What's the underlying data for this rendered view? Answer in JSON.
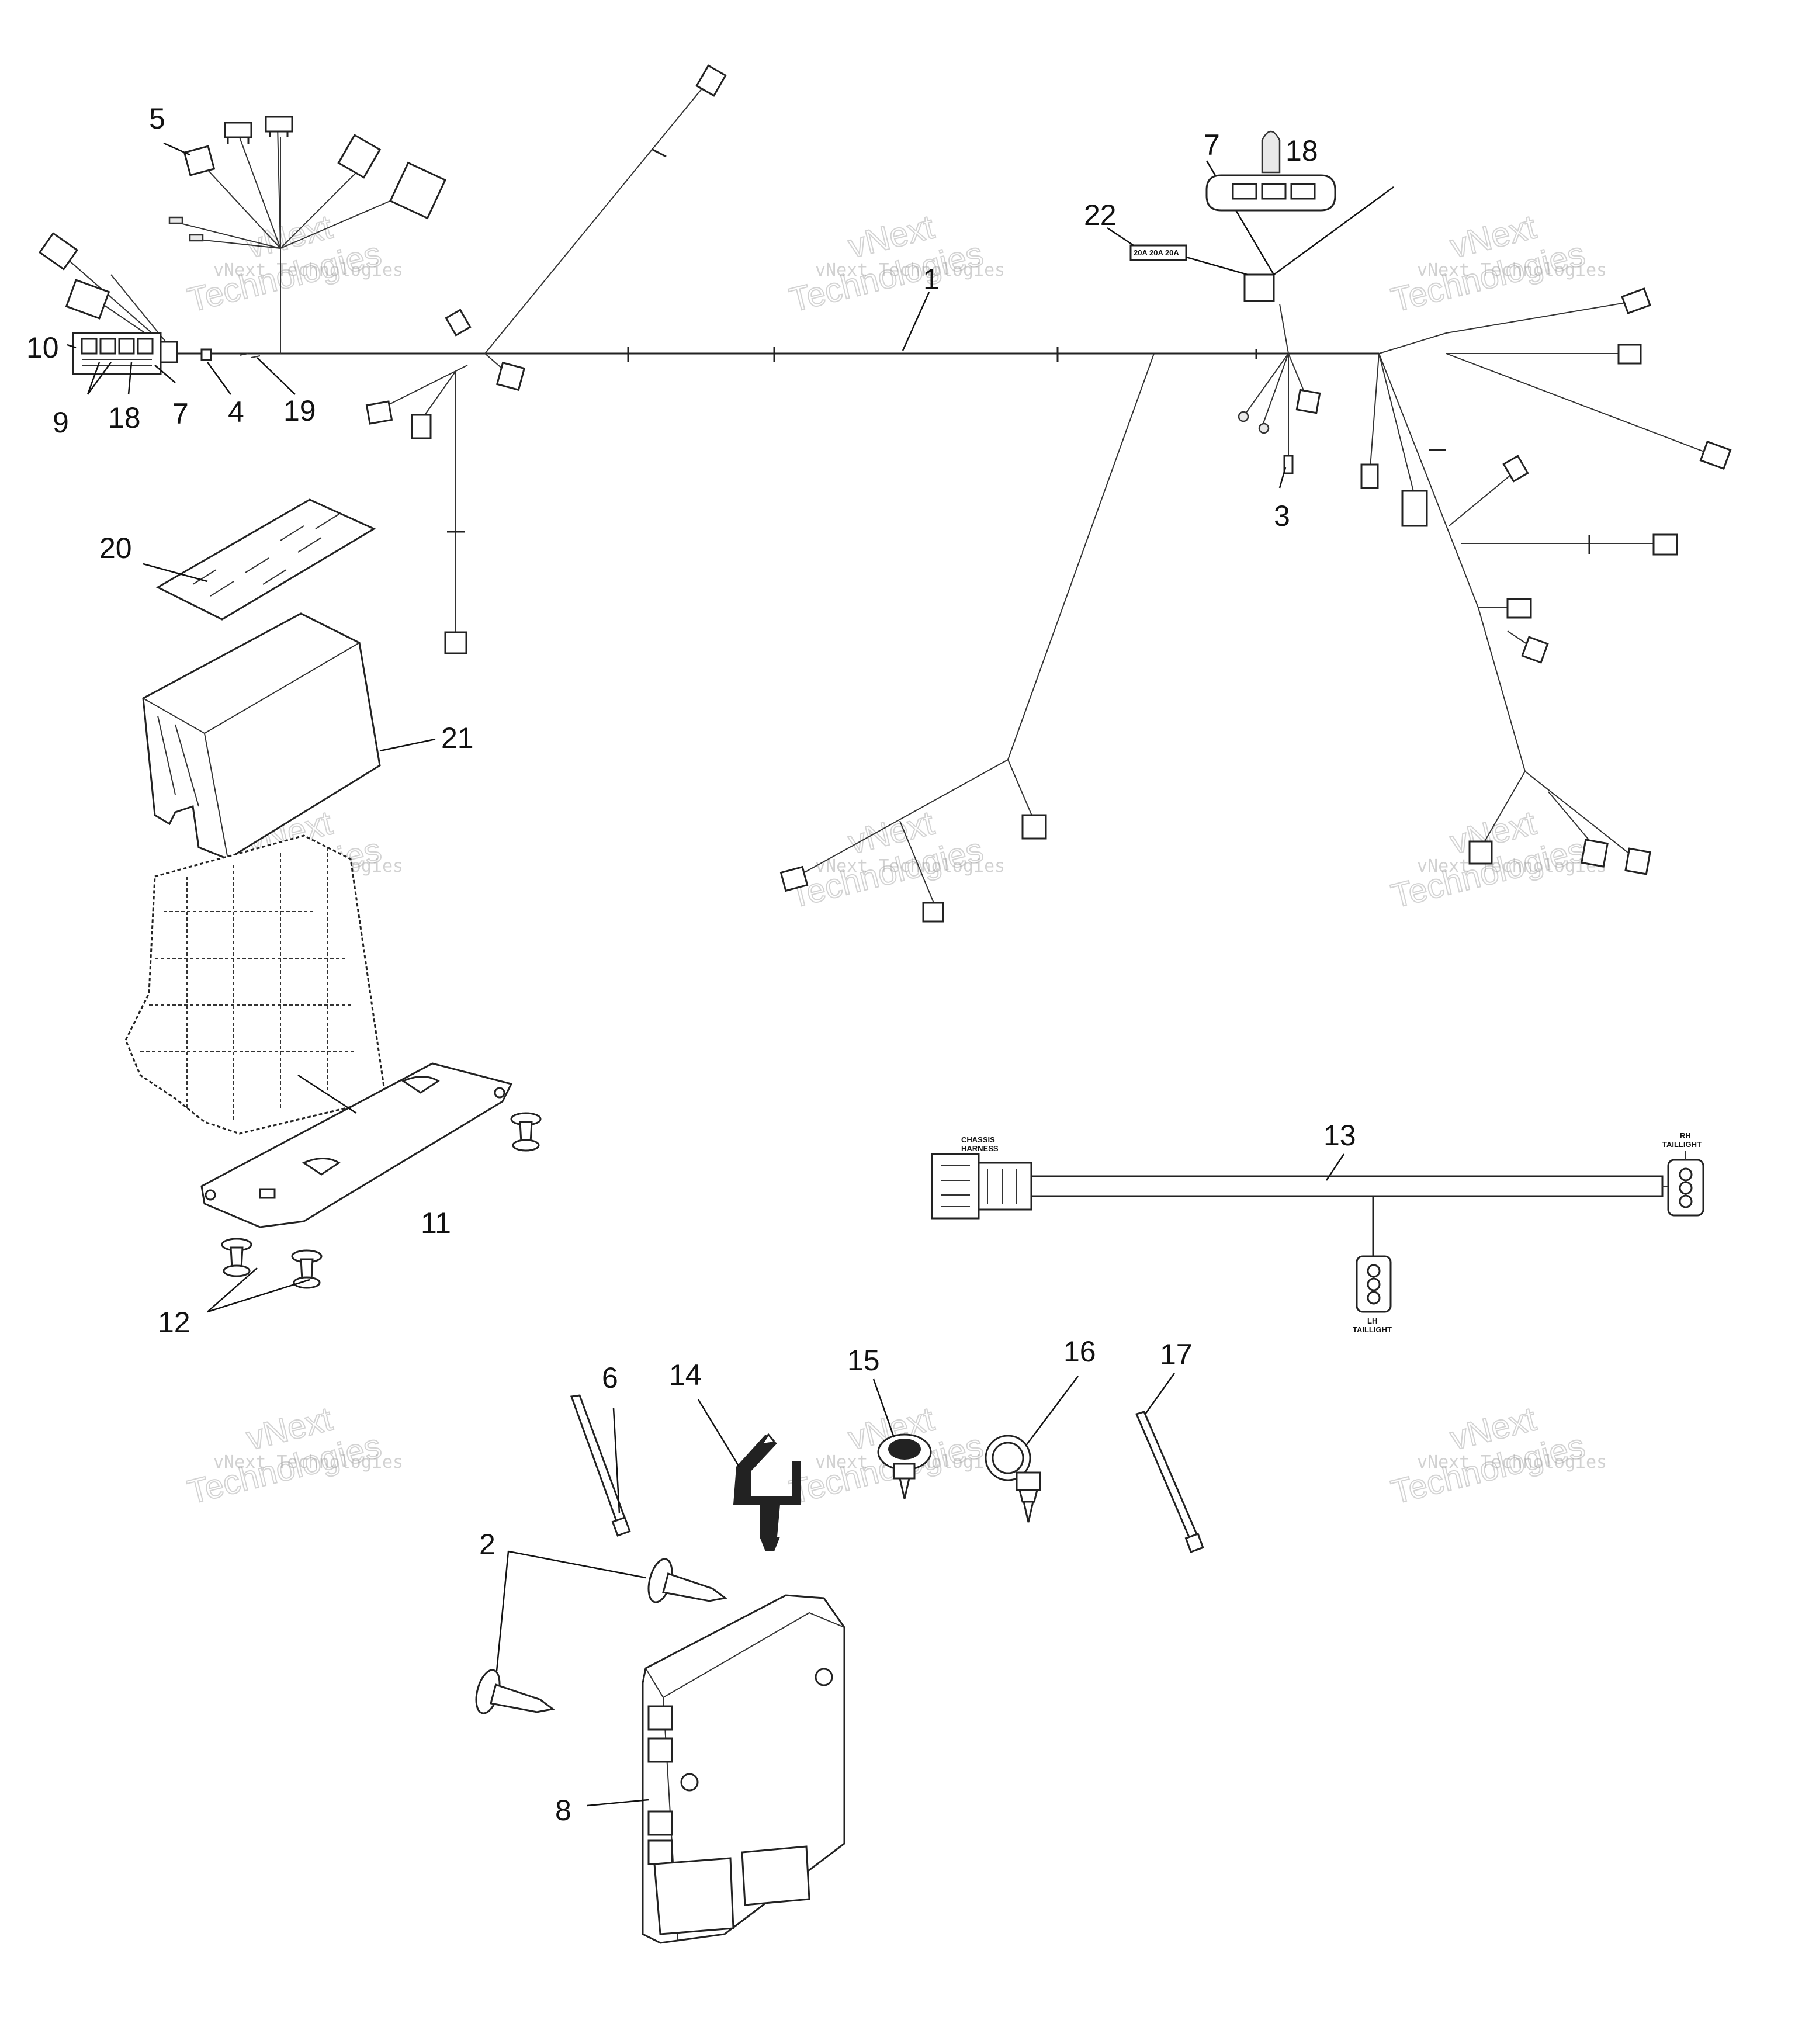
{
  "callouts": {
    "c1": "1",
    "c2": "2",
    "c3": "3",
    "c4": "4",
    "c5": "5",
    "c6": "6",
    "c7a": "7",
    "c7b": "7",
    "c8": "8",
    "c9": "9",
    "c10": "10",
    "c11": "11",
    "c12": "12",
    "c13": "13",
    "c14": "14",
    "c15": "15",
    "c16": "16",
    "c17": "17",
    "c18a": "18",
    "c18b": "18",
    "c19": "19",
    "c20": "20",
    "c21": "21",
    "c22": "22"
  },
  "labels": {
    "chassis_harness_1": "CHASSIS",
    "chassis_harness_2": "HARNESS",
    "rh_taillight_1": "RH",
    "rh_taillight_2": "TAILLIGHT",
    "lh_taillight_1": "LH",
    "lh_taillight_2": "TAILLIGHT",
    "fuse_label": "20A 20A 20A"
  },
  "watermark": {
    "text": "vNext Technologies",
    "outline_line1": "vNext",
    "outline_line2": "Technologies"
  },
  "colors": {
    "line": "#222222",
    "watermark": "#9a9a9a",
    "background": "#ffffff"
  }
}
